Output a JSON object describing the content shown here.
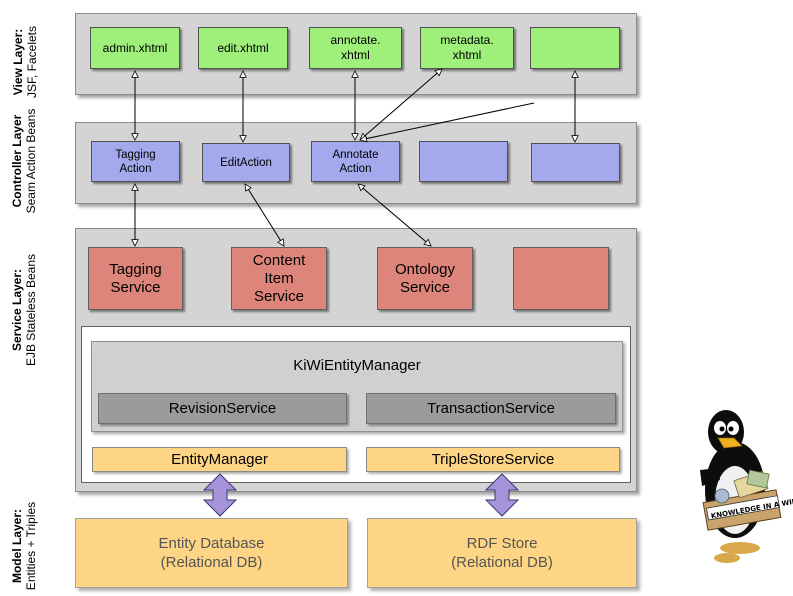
{
  "layers": [
    {
      "title": "View Layer:",
      "subtitle": "JSF, Facelets"
    },
    {
      "title": "Controller Layer",
      "subtitle": "Seam Action Beans"
    },
    {
      "title": "Service Layer:",
      "subtitle": "EJB Stateless Beans"
    },
    {
      "title": "Model Layer:",
      "subtitle": "Entities + Triples"
    }
  ],
  "view_pages": [
    "admin.xhtml",
    "edit.xhtml",
    "annotate.\nxhtml",
    "metadata.\nxhtml",
    ""
  ],
  "controller_actions": [
    "Tagging\nAction",
    "EditAction",
    "Annotate\nAction",
    "",
    ""
  ],
  "services": [
    "Tagging\nService",
    "Content\nItem\nService",
    "Ontology\nService",
    ""
  ],
  "kiwi_entity_manager": {
    "title": "KiWiEntityManager",
    "components": [
      "RevisionService",
      "TransactionService"
    ]
  },
  "lower_services": [
    "EntityManager",
    "TripleStoreService"
  ],
  "stores": [
    "Entity Database\n(Relational DB)",
    "RDF Store\n(Relational DB)"
  ],
  "mascot": {
    "banner_text": "KNOWLEDGE IN A WIKI"
  },
  "colors": {
    "view": "#9ff07a",
    "controller": "#a4a8ec",
    "service": "#dd857a",
    "store": "#fdd584",
    "layer_bg": "#d4d4d4",
    "big_arrow": "#a693d9"
  }
}
